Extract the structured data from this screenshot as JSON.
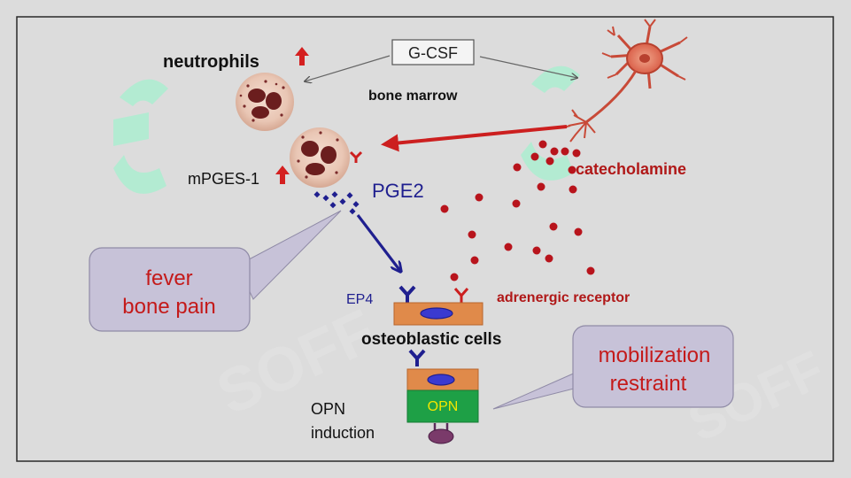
{
  "diagram": {
    "labels": {
      "gcsf": "G-CSF",
      "neutrophils": "neutrophils",
      "bone_marrow": "bone marrow",
      "mpges1": "mPGES-1",
      "pge2": "PGE2",
      "catecholamine": "catecholamine",
      "ep4": "EP4",
      "adrenergic_receptor": "adrenergic receptor",
      "osteoblastic_cells": "osteoblastic cells",
      "opn_box": "OPN",
      "opn_induction_line1": "OPN",
      "opn_induction_line2": "induction"
    },
    "callouts": {
      "fever_line1": "fever",
      "fever_line2": "bone pain",
      "mobilization_line1": "mobilization",
      "mobilization_line2": "restraint"
    },
    "watermark": "SOFF"
  },
  "colors": {
    "background": "#dcdcdc",
    "frame": "#2a2a2a",
    "red_accent": "#cc1f1f",
    "dark_red_text": "#b01818",
    "blue_accent": "#1f1f8f",
    "osteoblast_orange": "#e08a4a",
    "opn_green": "#1ea046",
    "opn_text_yellow": "#f2e600",
    "callout_fill": "#c7c2d8",
    "catecholamine_dot": "#b8141c",
    "watermark_mint": "#a6f0cf"
  }
}
